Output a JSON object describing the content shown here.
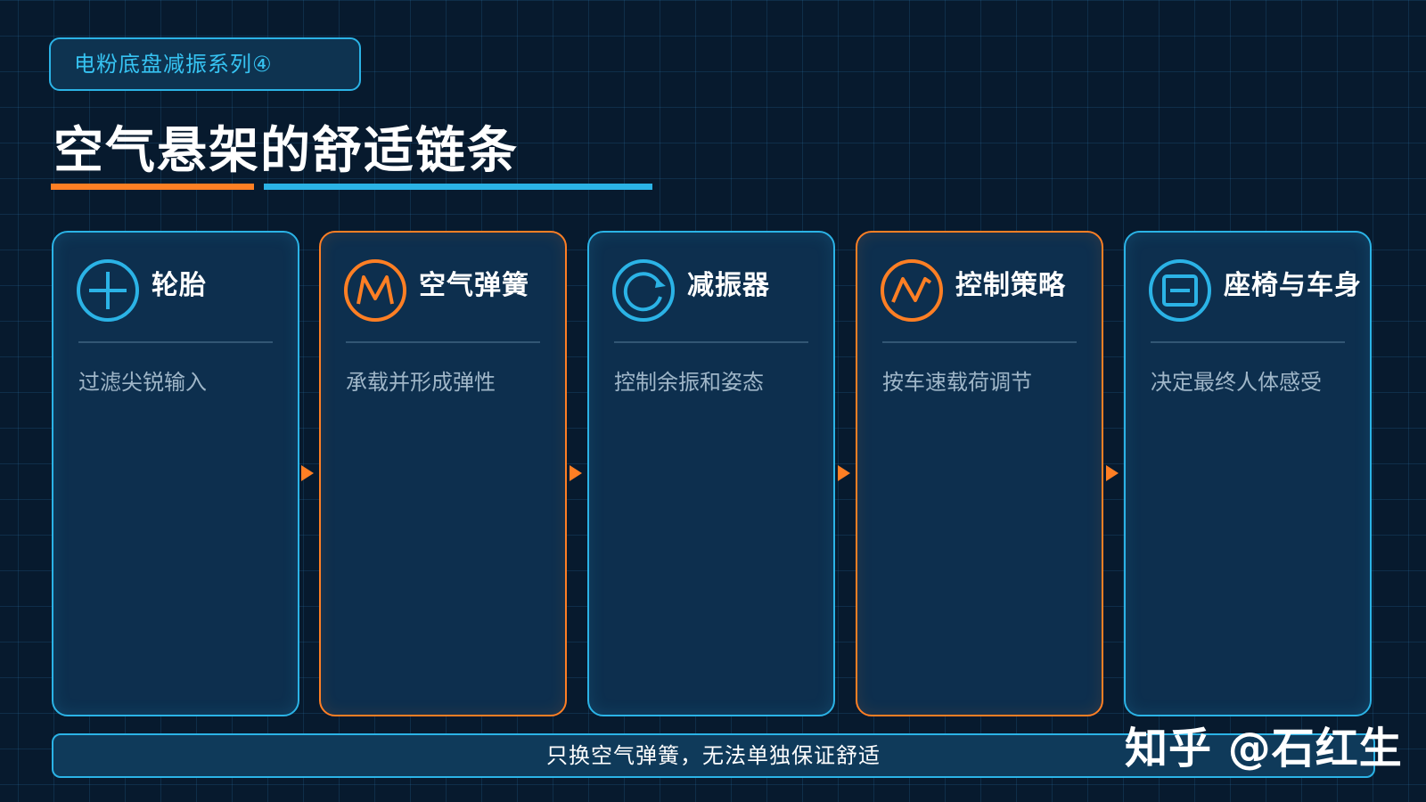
{
  "header": {
    "series_tag": "电粉底盘减振系列④",
    "title": "空气悬架的舒适链条"
  },
  "cards": [
    {
      "title": "轮胎",
      "desc": "过滤尖锐输入",
      "icon": "plus-icon",
      "accent": "#2bb3e6"
    },
    {
      "title": "空气弹簧",
      "desc": "承载并形成弹性",
      "icon": "m-letter-icon",
      "accent": "#ff7f24"
    },
    {
      "title": "减振器",
      "desc": "控制余振和姿态",
      "icon": "circular-arrow-icon",
      "accent": "#2bb3e6"
    },
    {
      "title": "控制策略",
      "desc": "按车速载荷调节",
      "icon": "wave-icon",
      "accent": "#ff7f24"
    },
    {
      "title": "座椅与车身",
      "desc": "决定最终人体感受",
      "icon": "minus-box-icon",
      "accent": "#2bb3e6"
    }
  ],
  "footer": {
    "note": "只换空气弹簧，无法单独保证舒适"
  },
  "watermark": "知乎 @石红生",
  "colors": {
    "background": "#071a2e",
    "accent_blue": "#2bb3e6",
    "accent_orange": "#ff7f24"
  }
}
